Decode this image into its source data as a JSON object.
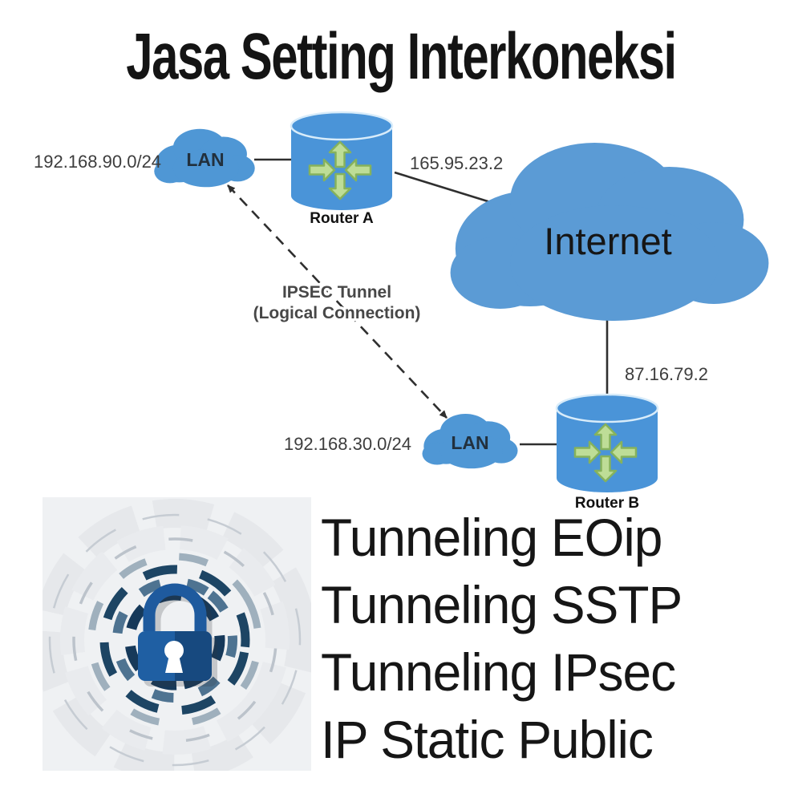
{
  "title": "Jasa Setting Interkoneksi",
  "diagram": {
    "lan_a": {
      "label": "LAN",
      "network": "192.168.90.0/24"
    },
    "router_a": {
      "label": "Router A",
      "public_ip": "165.95.23.2"
    },
    "internet": {
      "label": "Internet"
    },
    "router_b": {
      "label": "Router B",
      "public_ip": "87.16.79.2"
    },
    "lan_b": {
      "label": "LAN",
      "network": "192.168.30.0/24"
    },
    "tunnel": {
      "line1": "IPSEC Tunnel",
      "line2": "(Logical Connection)"
    }
  },
  "services": [
    "Tunneling EOip",
    "Tunneling SSTP",
    "Tunneling IPsec",
    "IP Static Public"
  ],
  "icons": {
    "router": "router-icon",
    "cloud": "network-cloud-icon",
    "lock": "security-lock-icon"
  },
  "colors": {
    "cloud_blue": "#4f97d5",
    "internet_blue": "#5b9bd5",
    "router_blue": "#4a94d8",
    "arrow_green": "#bedd97",
    "arrow_green_edge": "#86b25c",
    "line_dark": "#2f2f2f",
    "lock_blue": "#1f5fa3",
    "lock_blue_dark": "#17497f",
    "lock_navy": "#16395a",
    "lock_steel": "#4e7391",
    "lock_bg": "#eff1f3"
  }
}
